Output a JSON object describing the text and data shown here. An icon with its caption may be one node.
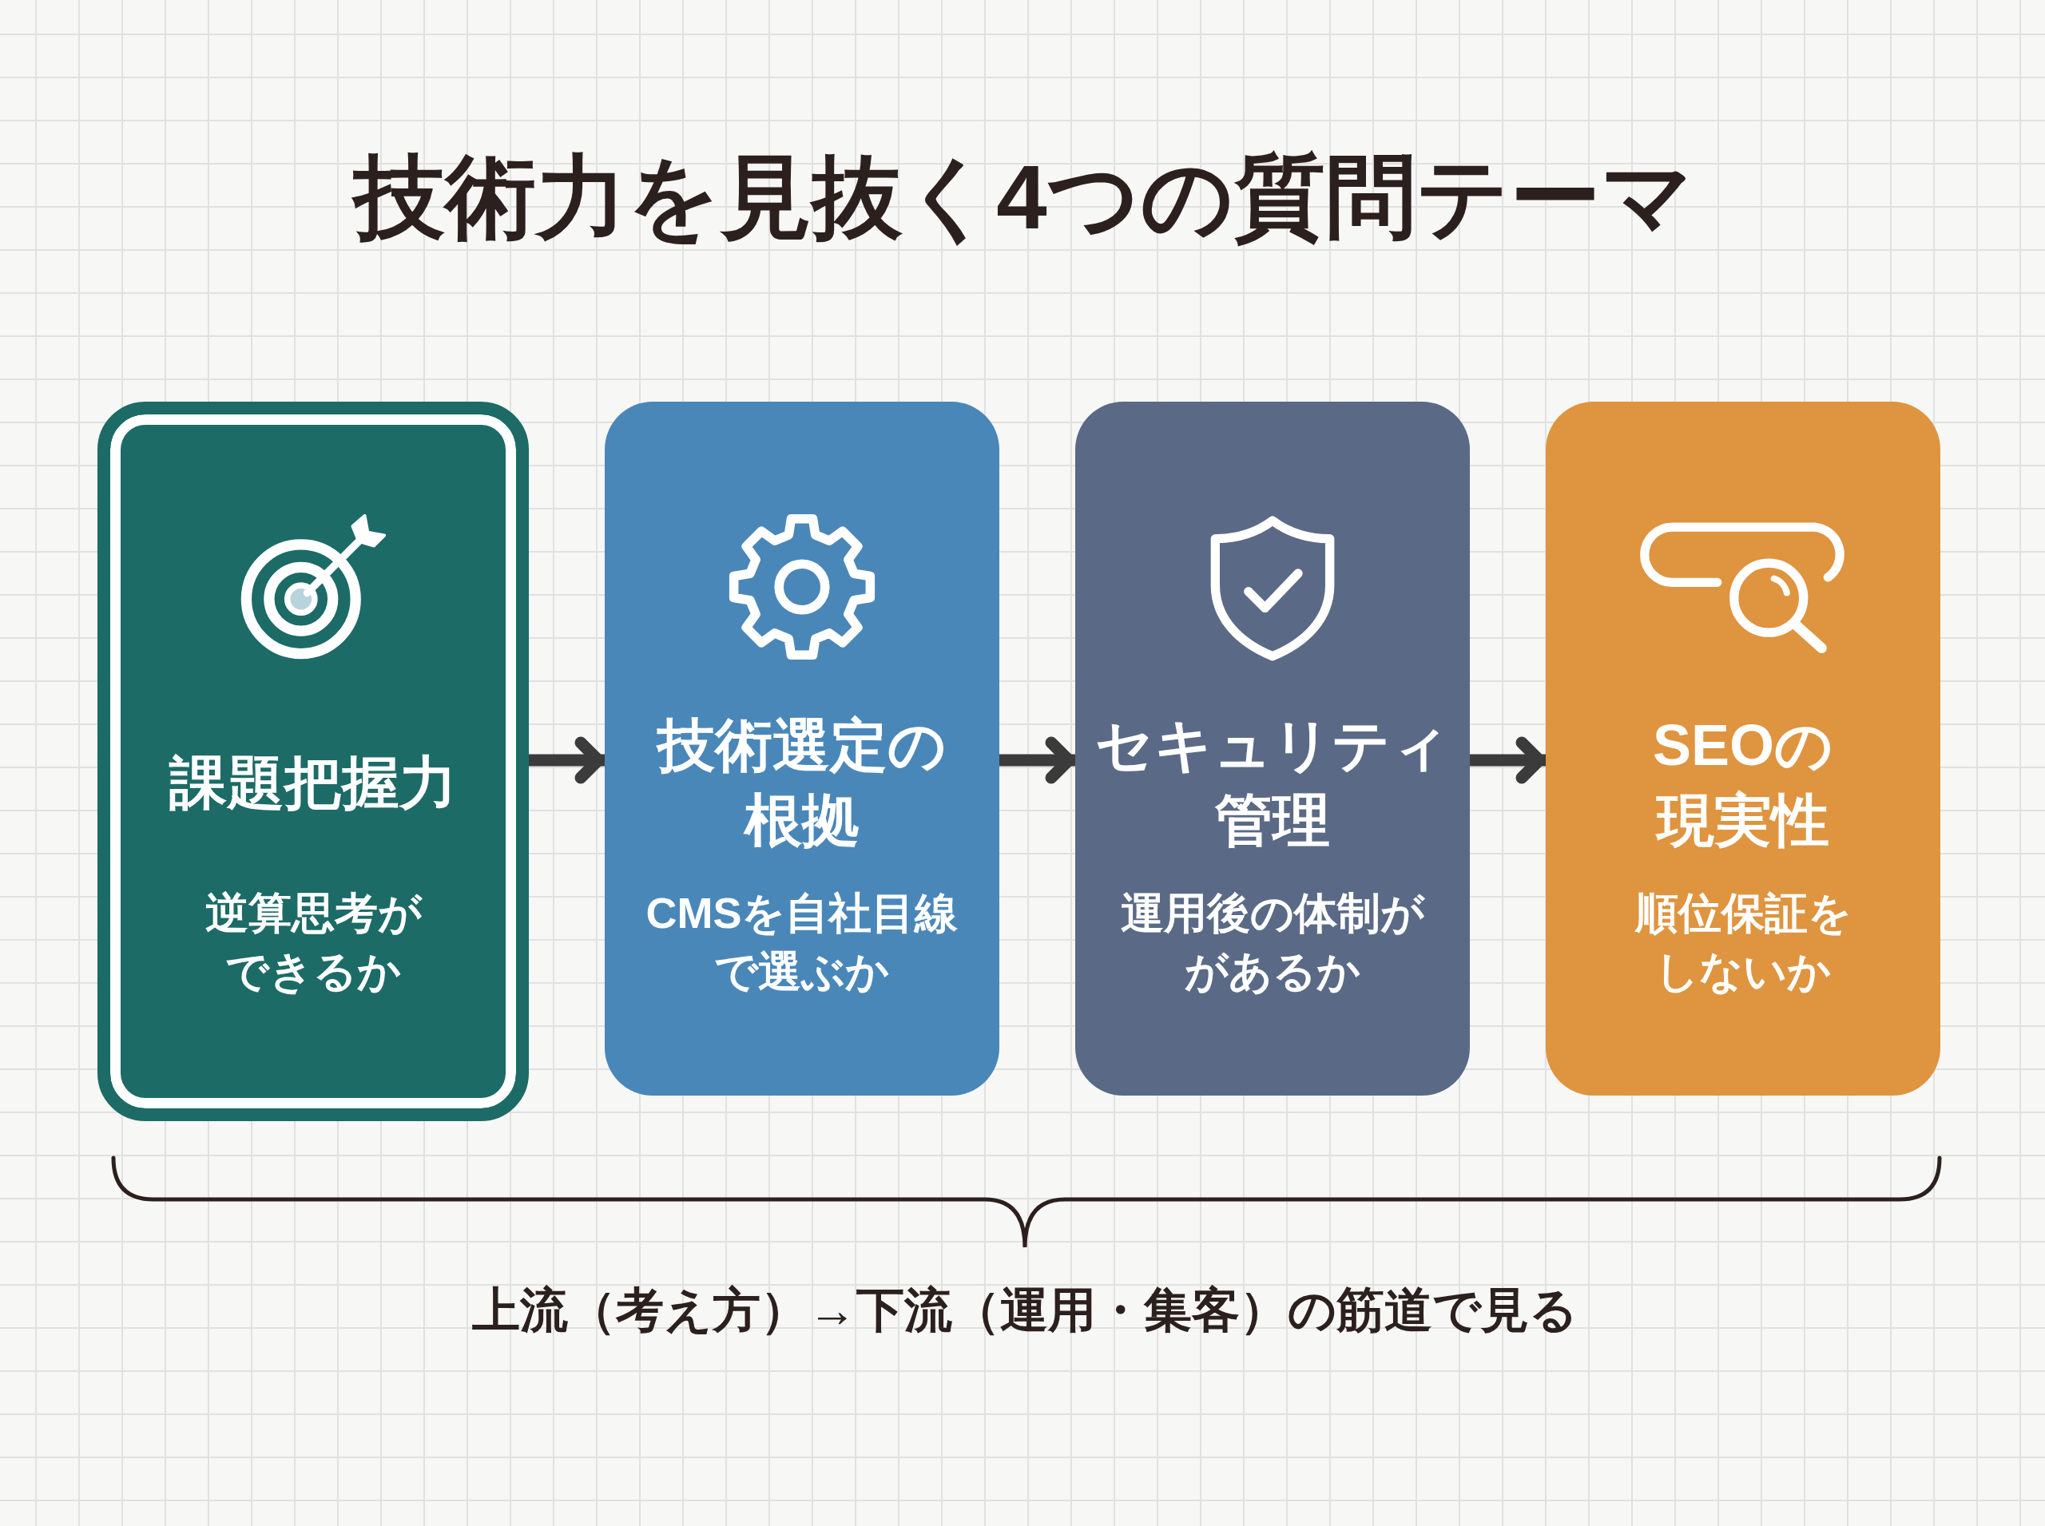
{
  "diagram": {
    "title": "技術力を見抜く4つの質問テーマ",
    "nodes": [
      {
        "text": [
          "課題把握力",
          "逆算思考ができるか"
        ]
      },
      {
        "text": [
          "技術選定の根拠",
          "CMSを自社目線で選ぶか"
        ]
      },
      {
        "text": [
          "セキュリティ管理",
          "運用後の体制ががあるか"
        ]
      },
      {
        "text": [
          "SEOの現実性",
          "順位保証をしないか"
        ]
      }
    ],
    "edges": [
      {
        "from": 0,
        "to": 1,
        "arrow": "to"
      },
      {
        "from": 1,
        "to": 2,
        "arrow": "to"
      },
      {
        "from": 2,
        "to": 3,
        "arrow": "to"
      }
    ],
    "labels": [
      "上流（考え方）→下流（運用・集客）の筋道で見る"
    ]
  }
}
